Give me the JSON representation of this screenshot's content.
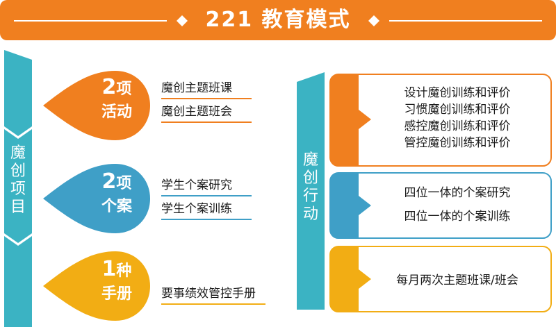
{
  "title": "221 教育模式",
  "colors": {
    "orange": "#f07f1f",
    "teal": "#3bb3c3",
    "blue": "#3f9fc7",
    "yellow": "#f2ad14"
  },
  "left_label": [
    "魔",
    "创",
    "项",
    "目"
  ],
  "right_label": [
    "魔",
    "创",
    "行",
    "动"
  ],
  "pins": [
    {
      "num": "2",
      "word_top": "项",
      "word_bottom": "活动",
      "color": "orange",
      "items": [
        "魔创主题班课",
        "魔创主题班会"
      ]
    },
    {
      "num": "2",
      "word_top": "项",
      "word_bottom": "个案",
      "color": "blue",
      "items": [
        "学生个案研究",
        "学生个案训练"
      ]
    },
    {
      "num": "1",
      "word_top": "种",
      "word_bottom": "手册",
      "color": "yellow",
      "items": [
        "要事绩效管控手册"
      ]
    }
  ],
  "cards": [
    {
      "color": "orange",
      "lines": [
        "设计魔创训练和评价",
        "习惯魔创训练和评价",
        "感控魔创训练和评价",
        "管控魔创训练和评价"
      ]
    },
    {
      "color": "blue",
      "lines": [
        "四位一体的个案研究",
        "四位一体的个案训练"
      ]
    },
    {
      "color": "yellow",
      "lines": [
        "每月两次主题班课/班会"
      ]
    }
  ]
}
